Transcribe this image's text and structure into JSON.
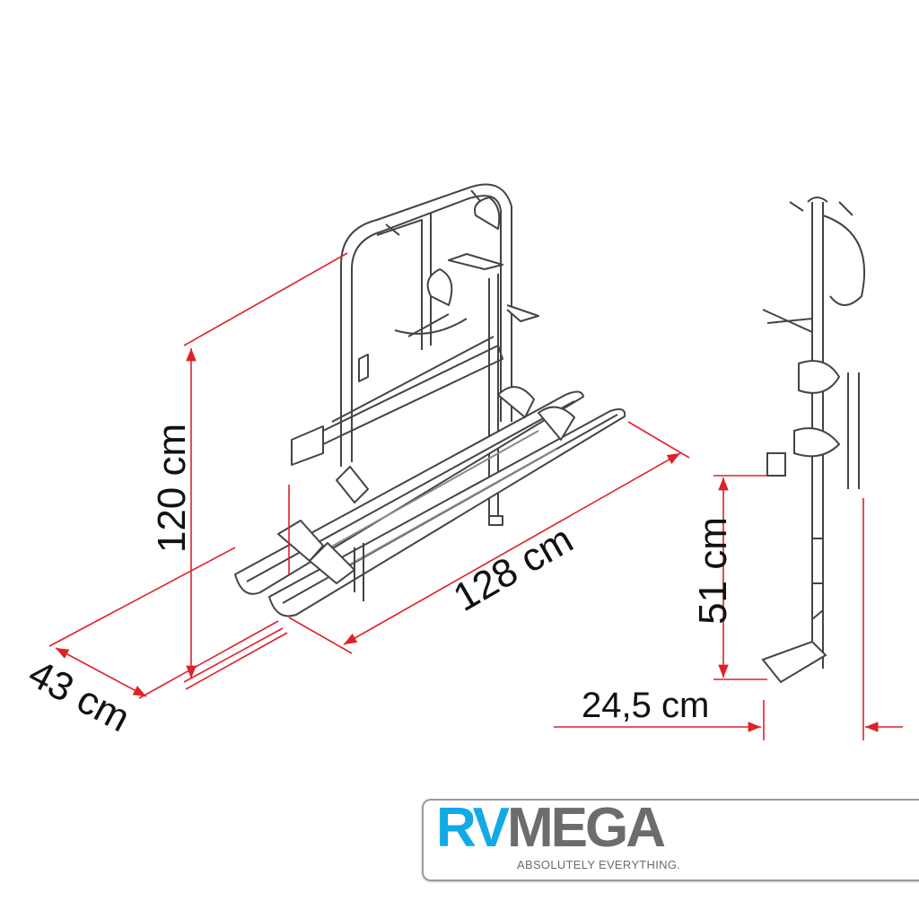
{
  "dimensions": {
    "height": "120 cm",
    "depth": "43 cm",
    "width": "128 cm",
    "rail_height": "51 cm",
    "side_depth": "24,5 cm"
  },
  "logo": {
    "brand_part1": "RV",
    "brand_part2": "MEGA",
    "tagline": "ABSOLUTELY EVERYTHING."
  },
  "colors": {
    "dimension_line": "#e0202a",
    "drawing": "#444444",
    "brand_blue": "#11a9e6",
    "brand_gray": "#6b6c6e"
  }
}
